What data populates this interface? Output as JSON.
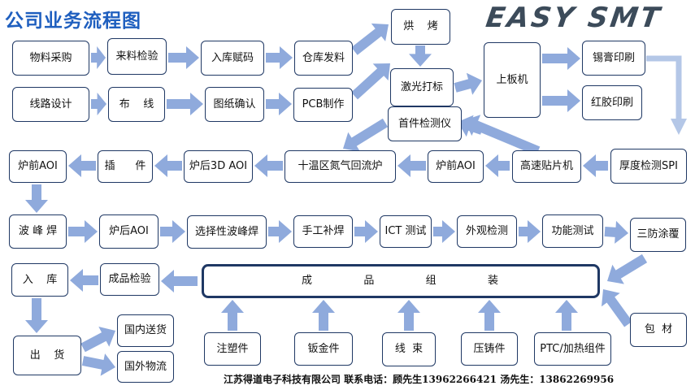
{
  "title": "公司业务流程图",
  "logo": "EASY SMT",
  "footer": "江苏得道电子科技有限公司  联系电话：顾先生13962266421  汤先生：13862269956",
  "colors": {
    "arrow": "#8faadc",
    "border": "#1f3864",
    "title": "#1f5fbf"
  },
  "nodes": {
    "material_purchase": "物料采购",
    "incoming_inspection": "来料检验",
    "warehouse_coding": "入库赋码",
    "warehouse_issue": "仓库发料",
    "baking": "烘    烤",
    "laser_marking": "激光打标",
    "board_loader": "上板机",
    "solder_paste_printing": "锡膏印刷",
    "red_glue_printing": "红胶印刷",
    "circuit_design": "线路设计",
    "layout": "布    线",
    "drawing_confirm": "图纸确认",
    "pcb_making": "PCB制作",
    "first_article_inspector": "首件检测仪",
    "pre_furnace_aoi": "炉前AOI",
    "insertion": "插      件",
    "post_furnace_3d_aoi": "炉后3D AOI",
    "reflow_oven": "十温区氮气回流炉",
    "pre_furnace_aoi_2": "炉前AOI",
    "high_speed_mounter": "高速贴片机",
    "thickness_spi": "厚度检测SPI",
    "wave_soldering": "波 峰 焊",
    "post_furnace_aoi": "炉后AOI",
    "selective_wave": "选择性波峰焊",
    "manual_soldering": "手工补焊",
    "ict_test": "ICT 测试",
    "visual_inspection": "外观检测",
    "function_test": "功能测试",
    "conformal_coating": "三防涂覆",
    "warehousing": "入    库",
    "finished_inspection": "成品检验",
    "assembly": "成          品          组          装",
    "packaging": "包  材",
    "shipping": "出    货",
    "domestic_delivery": "国内送货",
    "foreign_logistics": "国外物流",
    "injection_parts": "注塑件",
    "sheet_metal": "钣金件",
    "wire_harness": "线  束",
    "die_casting": "压铸件",
    "ptc_heating": "PTC/加热组件"
  }
}
